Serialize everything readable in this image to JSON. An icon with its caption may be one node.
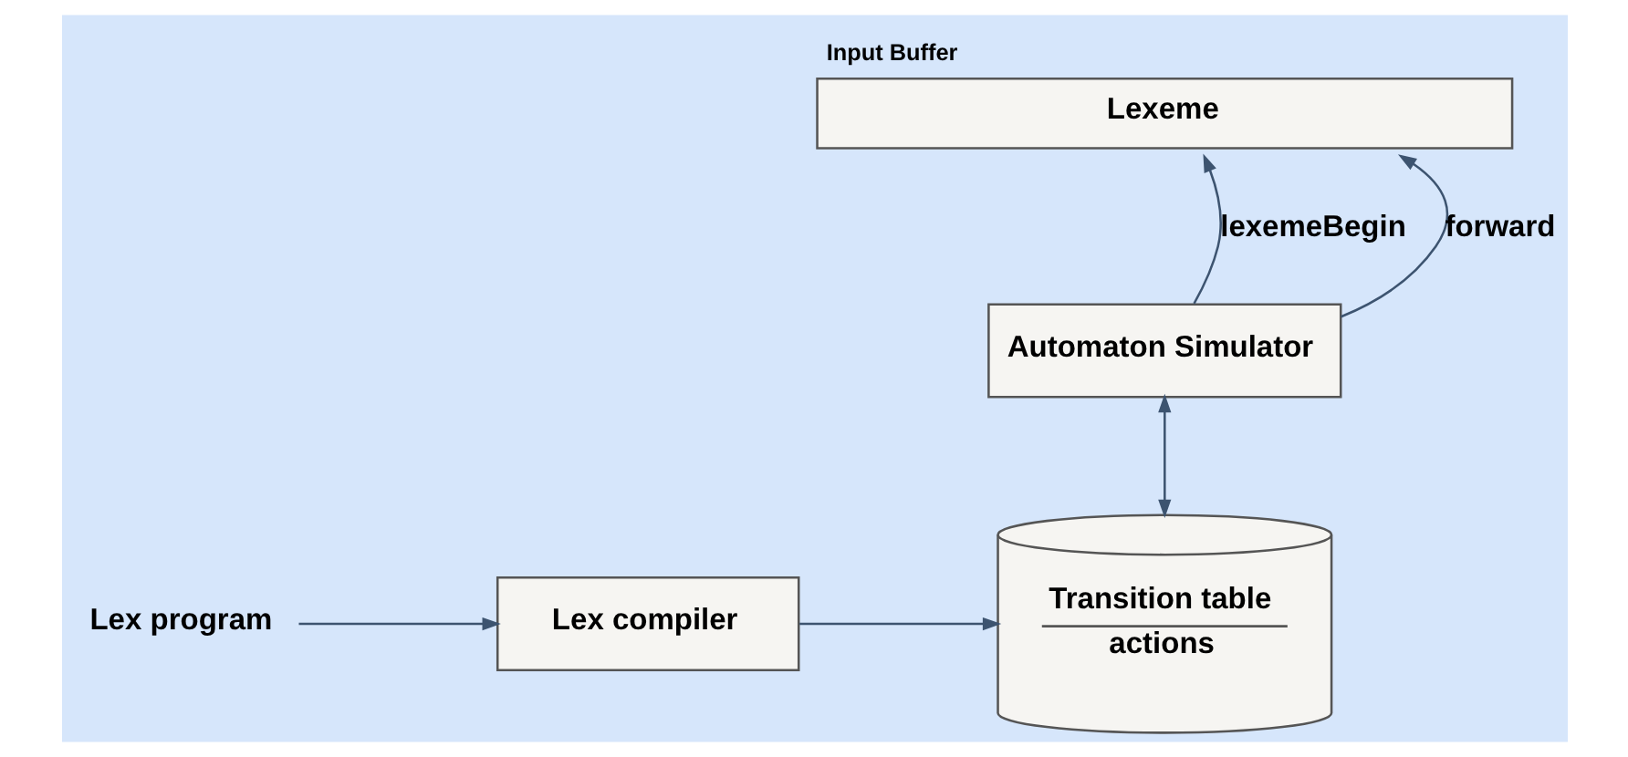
{
  "diagram": {
    "nodes": [
      {
        "text": [
          "Input Buffer",
          "Lexeme"
        ]
      },
      {
        "text": [
          "Automaton Simulator"
        ]
      },
      {
        "text": [
          "Lex program"
        ]
      },
      {
        "text": [
          "Lex compiler"
        ]
      },
      {
        "text": [
          "Transition table",
          "actions"
        ]
      }
    ],
    "edges": [
      {
        "from": 1,
        "to": 0,
        "arrow": "to",
        "label": "lexemeBegin"
      },
      {
        "from": 1,
        "to": 0,
        "arrow": "to",
        "label": "forward"
      },
      {
        "from": 1,
        "to": 4,
        "arrow": "both"
      },
      {
        "from": 2,
        "to": 3,
        "arrow": "to"
      },
      {
        "from": 3,
        "to": 4,
        "arrow": "to"
      }
    ]
  }
}
